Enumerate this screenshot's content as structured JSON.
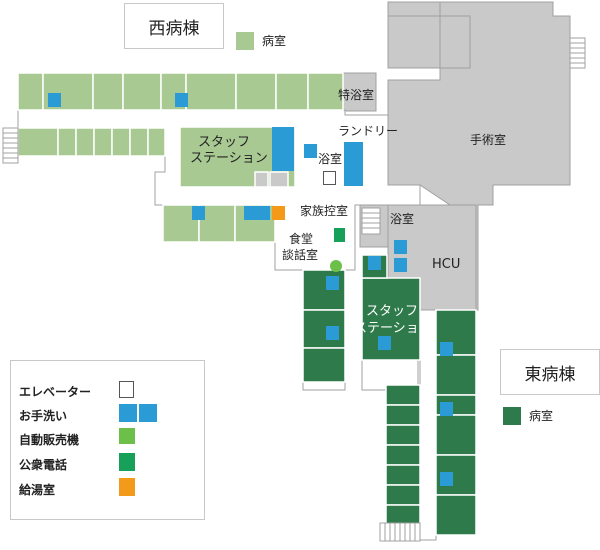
{
  "colors": {
    "west_room": "#a9c993",
    "east_room": "#2f7a4b",
    "service": "#c9c9c9",
    "corridor": "#ffffff",
    "outline": "#a0a0a0",
    "toilet": "#2a9bd4",
    "vending": "#6cc04a",
    "phone": "#17a05a",
    "kitchen": "#f39a1a"
  },
  "west_wing": {
    "title": "西病棟",
    "legend_label": "病室"
  },
  "east_wing": {
    "title": "東病棟",
    "legend_label": "病室"
  },
  "rooms": {
    "special_bath": "特浴室",
    "laundry": "ランドリー",
    "operating": "手術室",
    "staff_station_west_1": "スタッフ",
    "staff_station_west_2": "ステーション",
    "bath_west": "浴室",
    "family_waiting": "家族控室",
    "bath_east": "浴室",
    "dining_1": "食堂",
    "dining_2": "談話室",
    "hcu": "HCU",
    "staff_station_east_1": "スタッフ",
    "staff_station_east_2": "ステーション"
  },
  "legend": [
    {
      "label": "エレベーター",
      "icon": "elevator-icon"
    },
    {
      "label": "お手洗い",
      "icon": "toilet-icon"
    },
    {
      "label": "自動販売機",
      "icon": "vending-machine-icon"
    },
    {
      "label": "公衆電話",
      "icon": "public-phone-icon"
    },
    {
      "label": "給湯室",
      "icon": "kitchenette-icon"
    }
  ]
}
